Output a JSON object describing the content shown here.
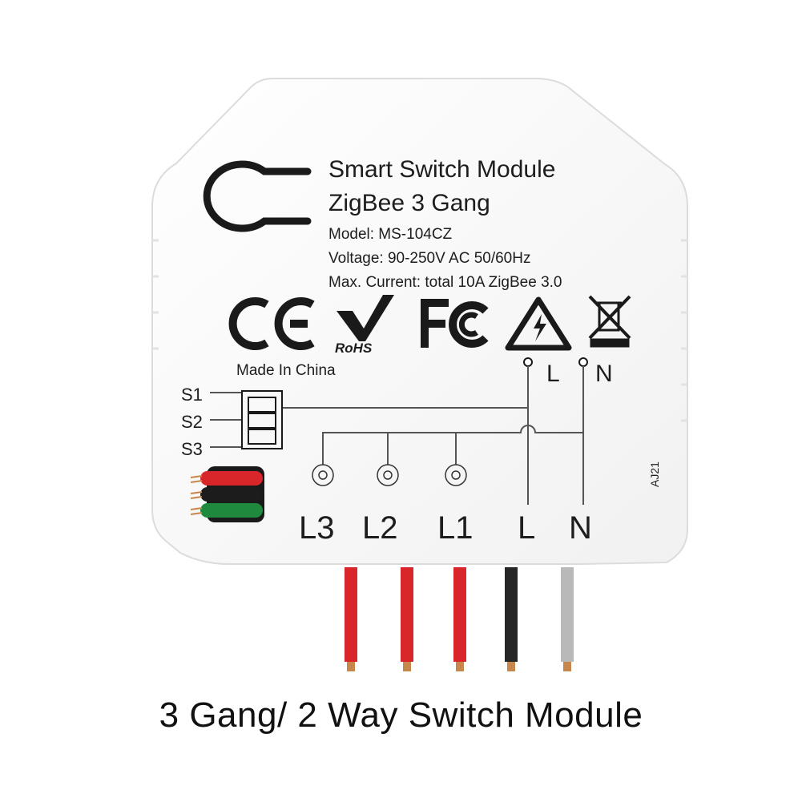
{
  "module": {
    "title": "Smart Switch Module",
    "subtitle": "ZigBee 3 Gang",
    "model": "Model: MS-104CZ",
    "voltage": "Voltage: 90-250V AC 50/60Hz",
    "current": "Max. Current: total 10A ZigBee 3.0",
    "made_in": "Made In China",
    "rohs": "RoHS",
    "code": "AJ21",
    "logo_icon": "keyhole-logo-icon",
    "certifications": [
      "ce-mark-icon",
      "rohs-check-icon",
      "fcc-mark-icon",
      "high-voltage-warning-icon",
      "weee-bin-icon"
    ]
  },
  "switch_inputs": [
    "S1",
    "S2",
    "S3"
  ],
  "top_terminals": [
    "L",
    "N"
  ],
  "bottom_terminals": [
    "L3",
    "L2",
    "L1",
    "L",
    "N"
  ],
  "wires": [
    {
      "terminal": "L3",
      "color": "#d8262a"
    },
    {
      "terminal": "L2",
      "color": "#d8262a"
    },
    {
      "terminal": "L1",
      "color": "#d8262a"
    },
    {
      "terminal": "L",
      "color": "#262626"
    },
    {
      "terminal": "N",
      "color": "#b9b9b9"
    }
  ],
  "side_wire_colors": [
    "#d8262a",
    "#1c1c1c",
    "#1f8a3e"
  ],
  "caption": "3 Gang/ 2 Way Switch Module"
}
